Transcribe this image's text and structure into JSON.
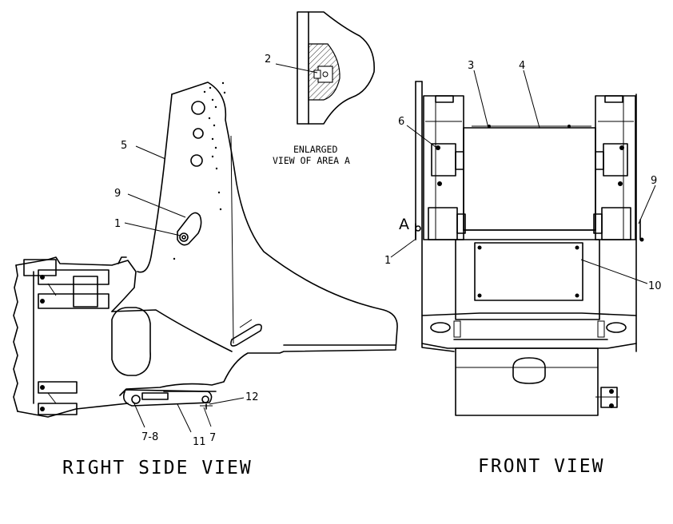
{
  "captions": {
    "right_side_view": "RIGHT SIDE VIEW",
    "front_view": "FRONT VIEW",
    "enlarged_line1": "ENLARGED",
    "enlarged_line2": "VIEW OF AREA A",
    "area_marker": "A"
  },
  "callouts": {
    "detail": [
      "2"
    ],
    "right_side": [
      "5",
      "9",
      "1",
      "12",
      "7-8",
      "11",
      "7"
    ],
    "front": [
      "3",
      "4",
      "6",
      "9",
      "1",
      "10"
    ]
  }
}
